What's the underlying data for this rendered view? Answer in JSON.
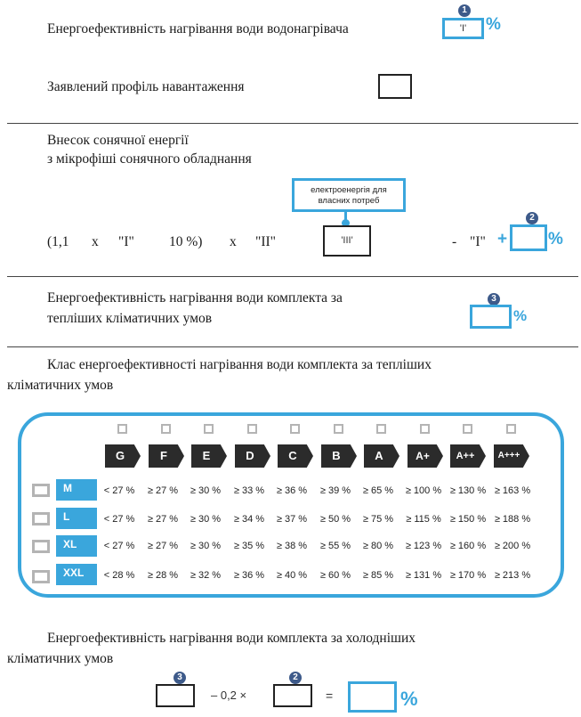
{
  "lines": {
    "water_heater_eff": "Енергоефективність нагрівання води водонагрівача",
    "load_profile": "Заявлений профіль навантаження",
    "solar_contrib_1": "Внесок сонячної енергії",
    "solar_contrib_2": "з мікрофіші сонячного обладнання",
    "package_warm_1": "Енергоефективність нагрівання води комплекта за",
    "package_warm_2": "тепліших кліматичних умов",
    "class_warm_1": "Клас енергоефективності нагрівання води комплекта за тепліших",
    "class_warm_2": "кліматичних умов",
    "package_cold_1": "Енергоефективність нагрівання води комплекта за холодніших",
    "package_cold_2": "кліматичних умов"
  },
  "formula": {
    "open": "(1,1",
    "x1": "x",
    "q1": "\"I\"",
    "ten": "10 %)",
    "x2": "x",
    "q2": "\"II\"",
    "q3": "'III'",
    "minus": "-",
    "q4": "\"I\"",
    "plus": "+",
    "callout": "електроенергія для власних потреб",
    "box1_value": "'I'",
    "minus_factor": "– 0,2 ×",
    "equals": "="
  },
  "markers": {
    "one": "1",
    "two": "2",
    "three": "3",
    "percent": "%"
  },
  "energy_classes": [
    "G",
    "F",
    "E",
    "D",
    "C",
    "B",
    "A",
    "A+",
    "A++",
    "A+++"
  ],
  "profiles": [
    {
      "name": "M",
      "values": [
        "< 27 %",
        "≥ 27 %",
        "≥ 30 %",
        "≥ 33 %",
        "≥ 36 %",
        "≥ 39 %",
        "≥ 65 %",
        "≥ 100 %",
        "≥ 130 %",
        "≥ 163 %"
      ]
    },
    {
      "name": "L",
      "values": [
        "< 27 %",
        "≥ 27 %",
        "≥ 30 %",
        "≥ 34 %",
        "≥ 37 %",
        "≥ 50 %",
        "≥ 75 %",
        "≥ 115 %",
        "≥ 150 %",
        "≥ 188 %"
      ]
    },
    {
      "name": "XL",
      "values": [
        "< 27 %",
        "≥ 27 %",
        "≥ 30 %",
        "≥ 35 %",
        "≥ 38 %",
        "≥ 55 %",
        "≥ 80 %",
        "≥ 123 %",
        "≥ 160 %",
        "≥ 200 %"
      ]
    },
    {
      "name": "XXL",
      "values": [
        "< 28 %",
        "≥ 28 %",
        "≥ 32 %",
        "≥ 36 %",
        "≥ 40 %",
        "≥ 60 %",
        "≥ 85 %",
        "≥ 131 %",
        "≥ 170 %",
        "≥ 213 %"
      ]
    }
  ]
}
